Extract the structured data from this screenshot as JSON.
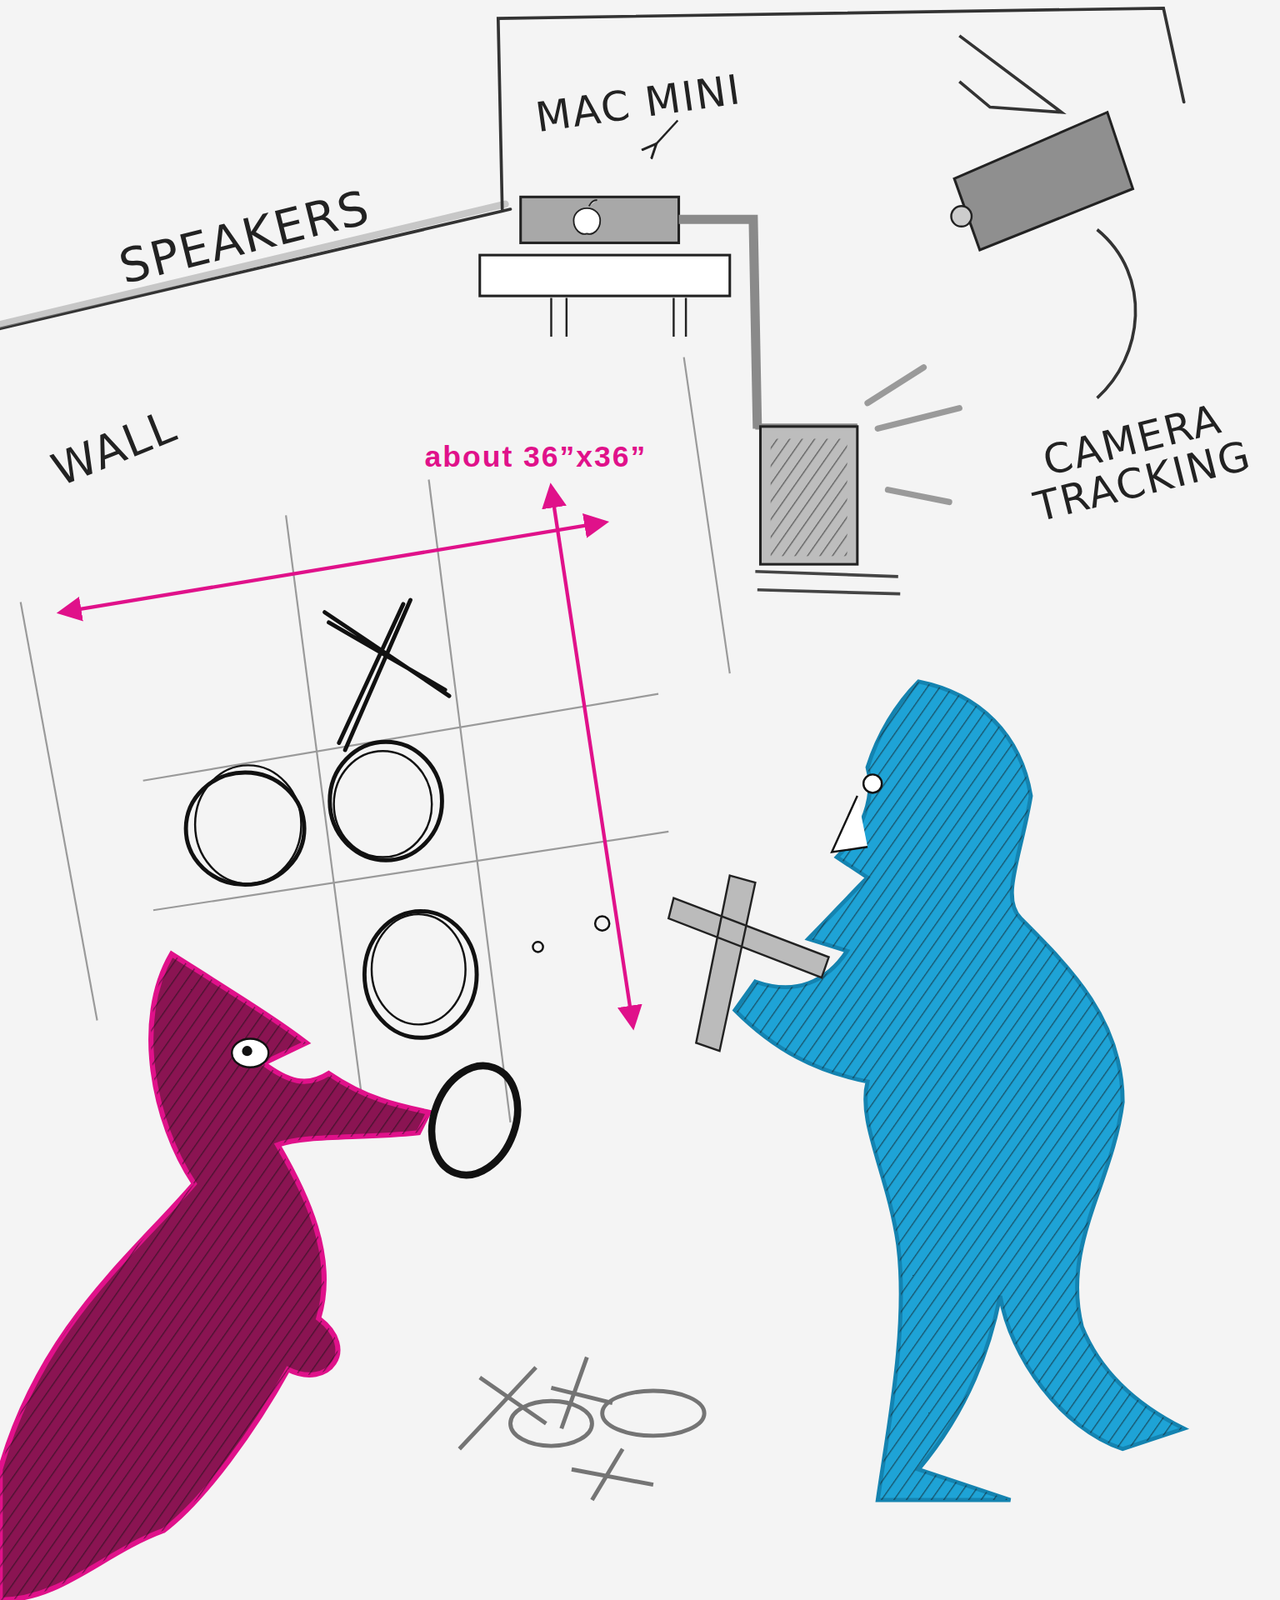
{
  "diagram": {
    "labels": [
      "SPEAKERS",
      "MAC MINI",
      "WALL",
      "about 36”x36”",
      "CAMERA TRACKING"
    ]
  }
}
